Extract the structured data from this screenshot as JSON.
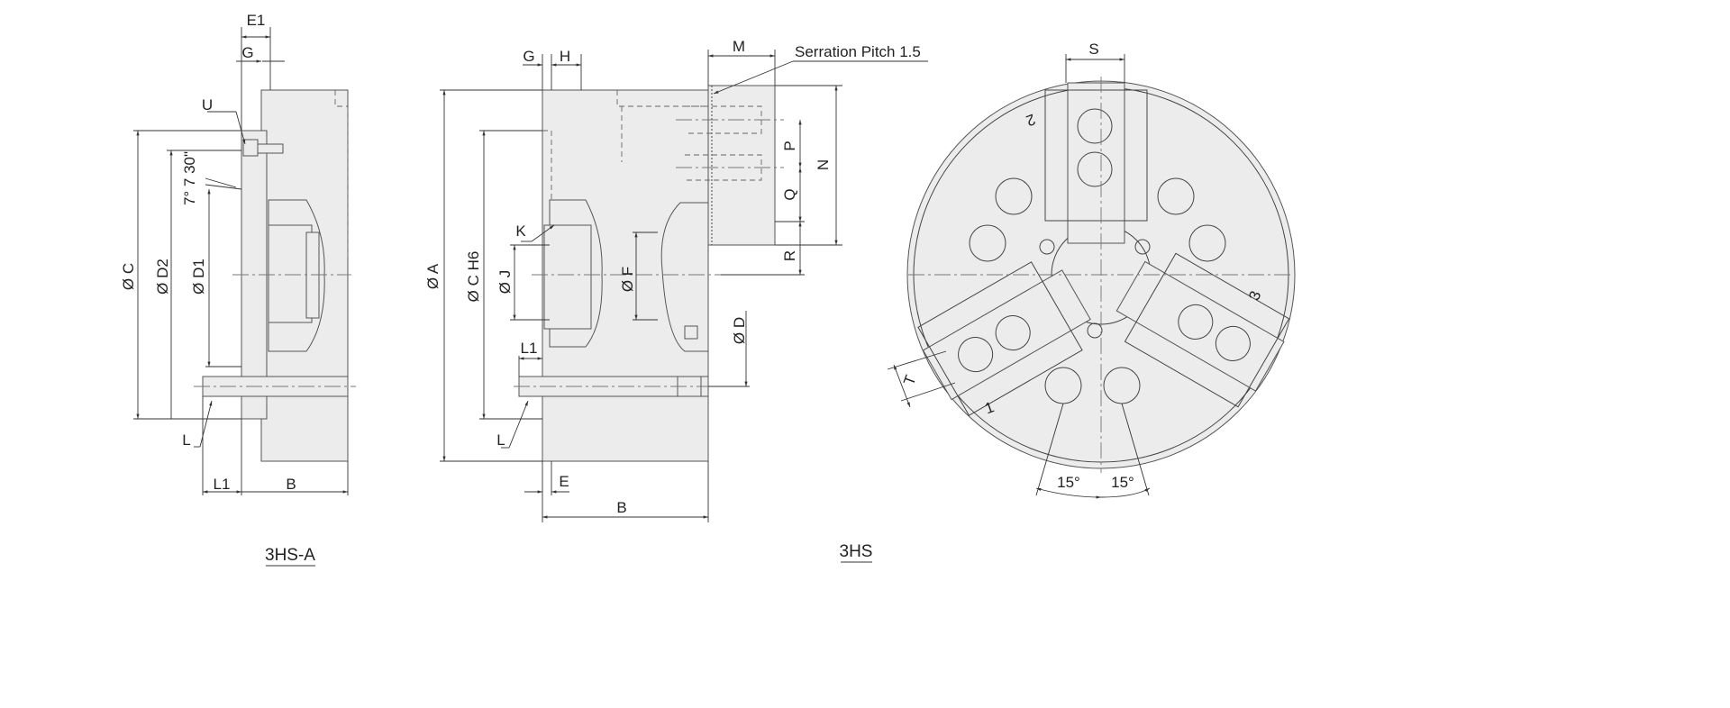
{
  "views": {
    "side_a": {
      "caption": "3HS-A",
      "labels": {
        "E1": "E1",
        "G": "G",
        "U": "U",
        "C": "Ø C",
        "D2": "Ø D2",
        "D1": "Ø D1",
        "angle": "7° 7 30\"",
        "L": "L",
        "L1": "L1",
        "B": "B"
      }
    },
    "side": {
      "caption": "3HS",
      "labels": {
        "G": "G",
        "H": "H",
        "M": "M",
        "serration": "Serration Pitch  1.5",
        "A": "Ø A",
        "C": "Ø C  H6",
        "K": "K",
        "J": "Ø J",
        "F": "Ø F",
        "P": "P",
        "N": "N",
        "Q": "Q",
        "R": "R",
        "D": "Ø D",
        "L1": "L1",
        "L": "L",
        "E": "E",
        "B": "B"
      }
    },
    "front": {
      "labels": {
        "S": "S",
        "T": "T",
        "angle_left": "15°",
        "angle_right": "15°",
        "jaw1": "1",
        "jaw2": "2",
        "jaw3": "3"
      }
    }
  }
}
